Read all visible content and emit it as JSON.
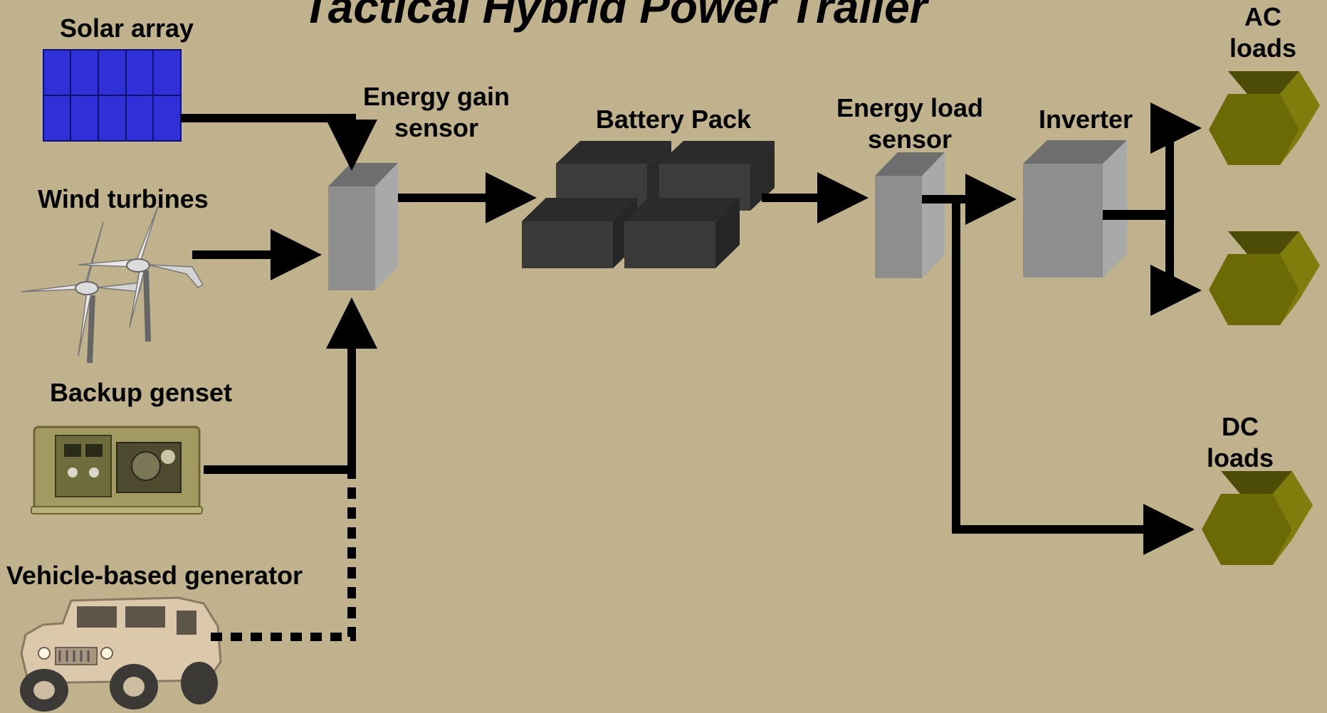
{
  "title": "Tactical Hybrid Power Trailer",
  "labels": {
    "solar_array": "Solar array",
    "wind_turbines": "Wind turbines",
    "backup_genset": "Backup genset",
    "vehicle_generator": "Vehicle-based generator",
    "energy_gain_sensor_line1": "Energy gain",
    "energy_gain_sensor_line2": "sensor",
    "battery_pack": "Battery Pack",
    "energy_load_sensor_line1": "Energy load",
    "energy_load_sensor_line2": "sensor",
    "inverter": "Inverter",
    "ac_loads_line1": "AC",
    "ac_loads_line2": "loads",
    "dc_loads_line1": "DC",
    "dc_loads_line2": "loads"
  },
  "colors": {
    "background": "#c0b28c",
    "solar_panel": "#3030d8",
    "battery": "#3a3a3a",
    "sensor": "#8e8e8e",
    "load": "#6b6a05",
    "arrow": "#000000"
  }
}
